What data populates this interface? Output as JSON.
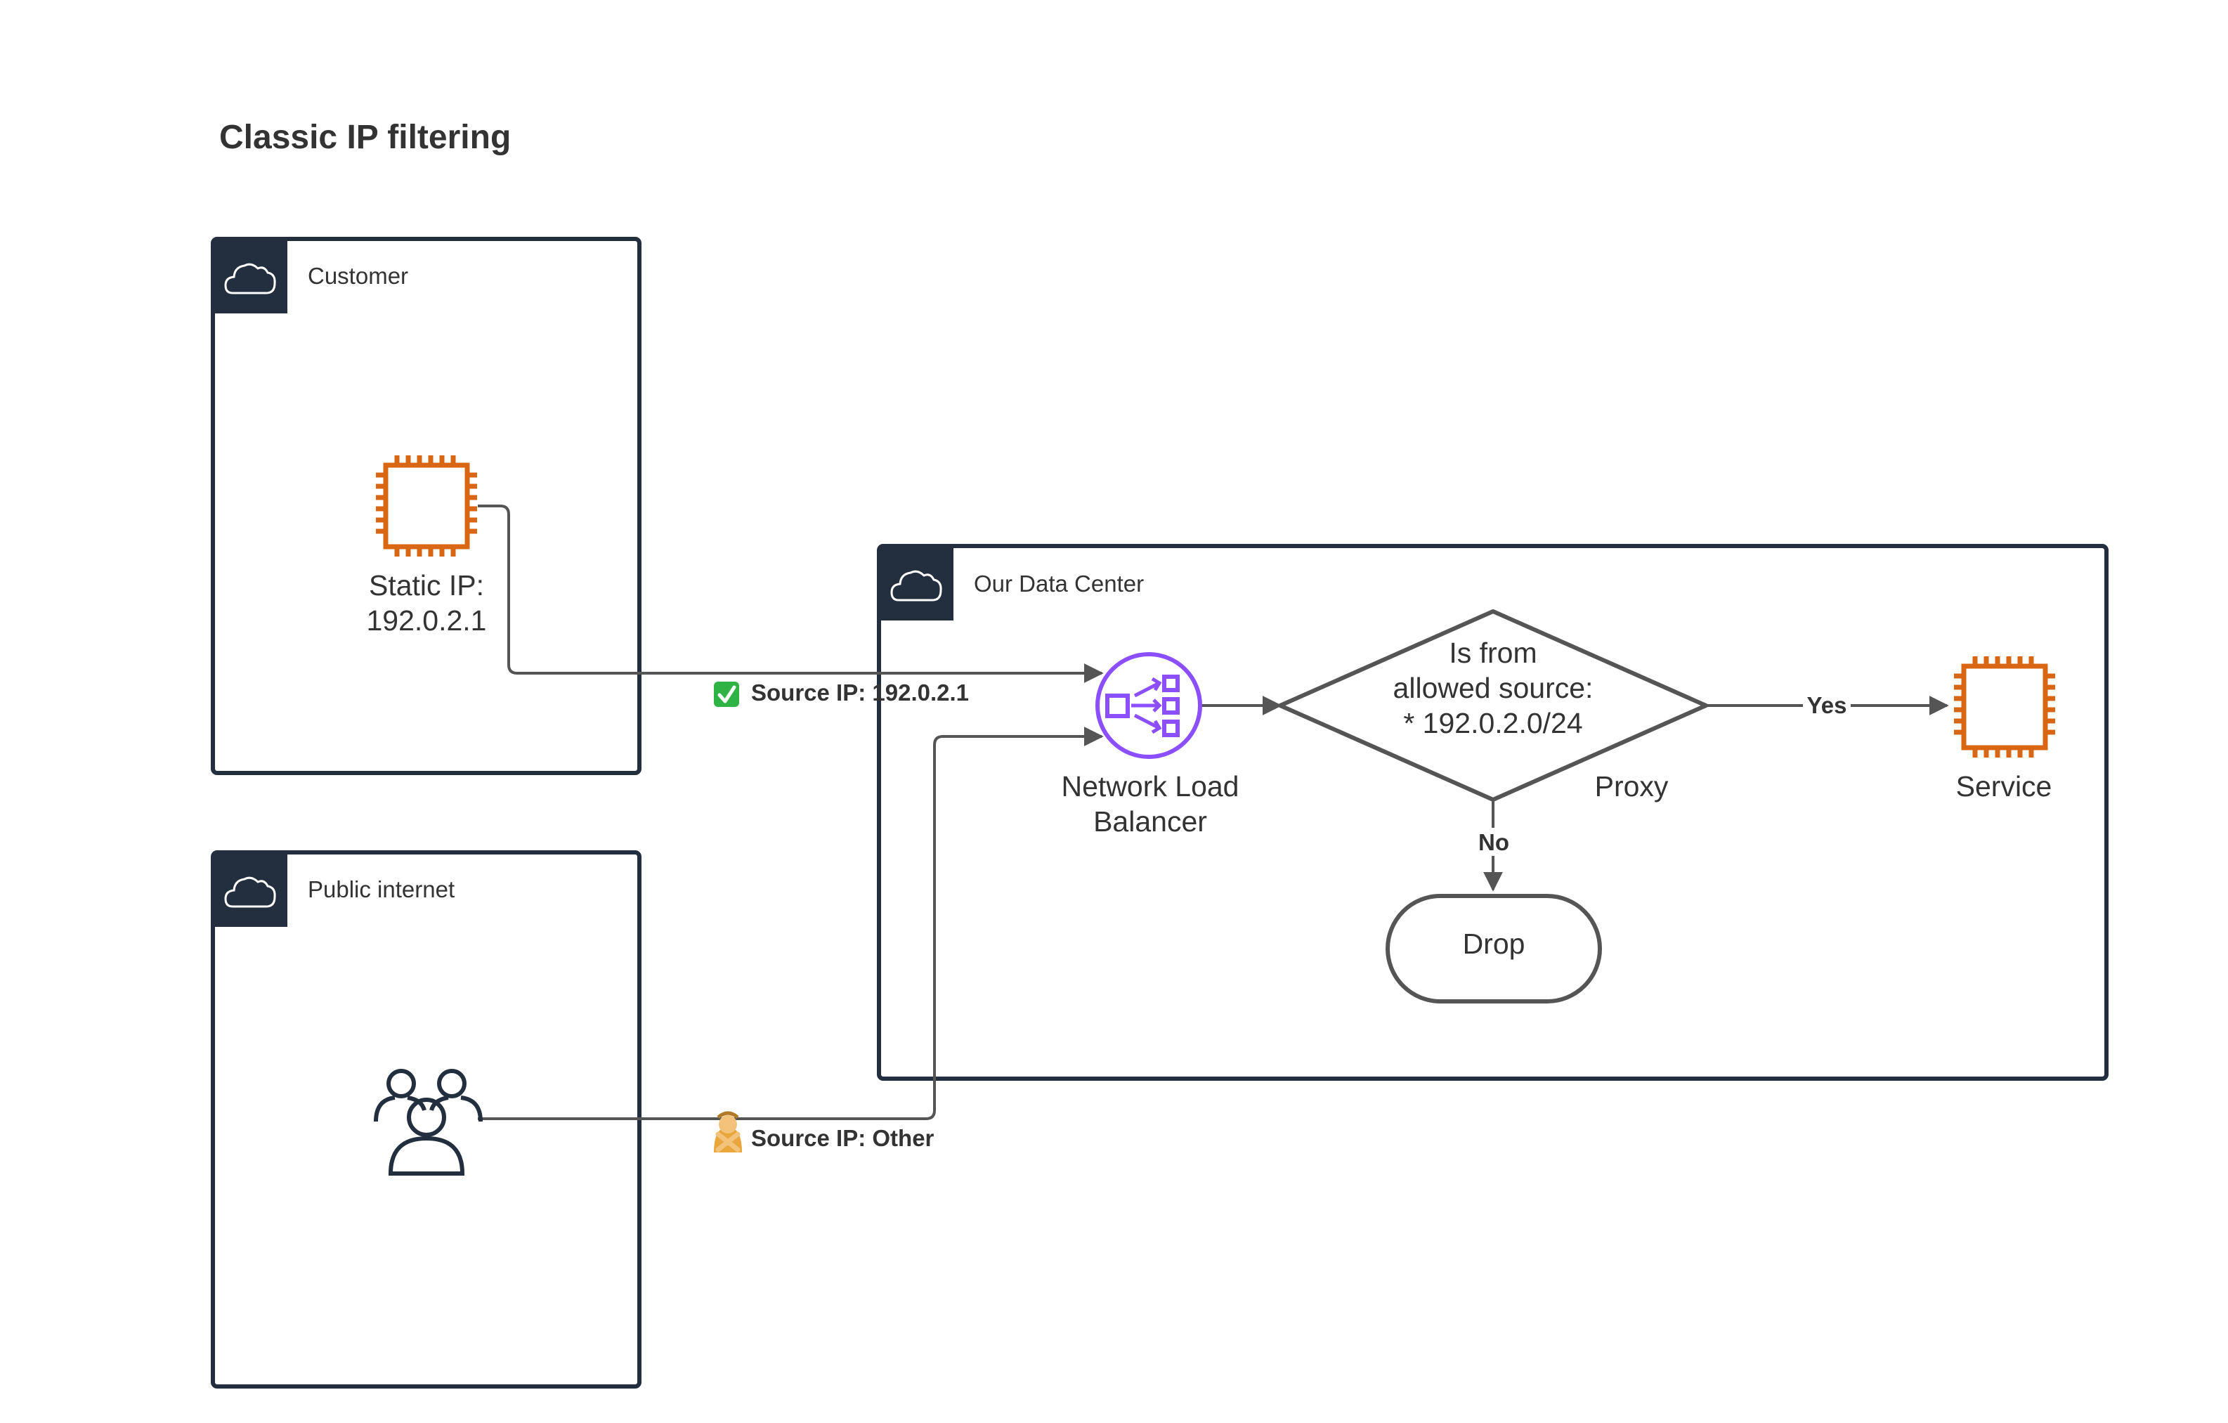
{
  "title": "Classic IP filtering",
  "groups": {
    "customer": "Customer",
    "public": "Public internet",
    "datacenter": "Our Data Center"
  },
  "nodes": {
    "static_ip_line1": "Static IP:",
    "static_ip_line2": "192.0.2.1",
    "nlb_line1": "Network Load",
    "nlb_line2": "Balancer",
    "decision_line1": "Is from",
    "decision_line2": "allowed source:",
    "decision_line3": "* 192.0.2.0/24",
    "proxy": "Proxy",
    "service": "Service",
    "drop": "Drop"
  },
  "edges": {
    "source_ok": "Source IP: 192.0.2.1",
    "source_other": "Source IP: Other",
    "yes": "Yes",
    "no": "No"
  },
  "icons": {
    "group": "cloud-icon",
    "instance": "ec2-instance-icon",
    "users": "users-icon",
    "nlb": "network-load-balancer-icon",
    "ok": "check-mark-icon",
    "blocked": "person-gesturing-no-icon"
  },
  "colors": {
    "frame": "#232f3e",
    "instance": "#d86613",
    "nlb": "#8c4fff",
    "check": "#2fb344",
    "connector": "#555555",
    "text": "#333333"
  }
}
